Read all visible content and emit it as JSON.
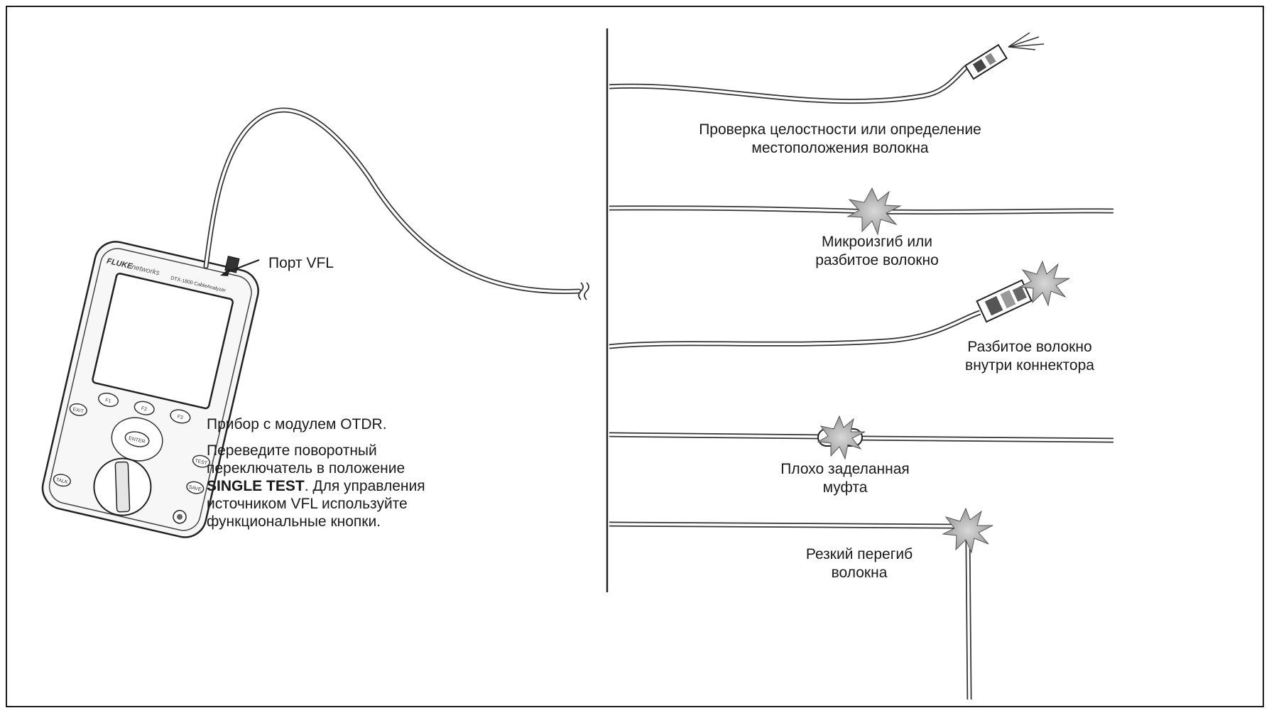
{
  "device": {
    "brand": "FLUKE",
    "brand_sub": "networks",
    "model": "DTX-1800 CableAnalyzer",
    "keys": {
      "f1": "F1",
      "f2": "F2",
      "f3": "F3",
      "exit": "EXIT",
      "enter": "ENTER",
      "test": "TEST",
      "save": "SAVE",
      "talk": "TALK"
    }
  },
  "port_label": "Порт VFL",
  "instructions": {
    "line1": "Прибор с модулем OTDR.",
    "line2": "Переведите поворотный",
    "line3": "переключатель в положение",
    "bold": "SINGLE TEST",
    "line4_rest": ". Для управления",
    "line5": "источником VFL используйте",
    "line6": "функциональные кнопки."
  },
  "scenarios": [
    {
      "line1": "Проверка целостности или определение",
      "line2": "местоположения волокна"
    },
    {
      "line1": "Микроизгиб или",
      "line2": "разбитое волокно"
    },
    {
      "line1": "Разбитое волокно",
      "line2": "внутри коннектора"
    },
    {
      "line1": "Плохо заделанная",
      "line2": "муфта"
    },
    {
      "line1": "Резкий перегиб",
      "line2": "волокна"
    }
  ]
}
